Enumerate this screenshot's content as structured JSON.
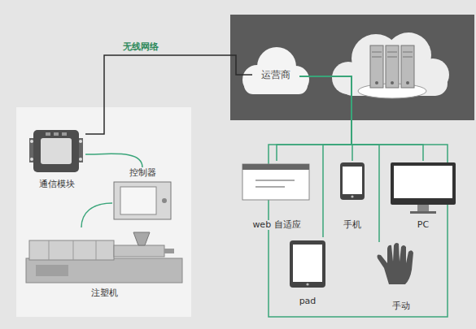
{
  "diagram": {
    "nodes": [
      {
        "text": [
          "通信模块"
        ]
      },
      {
        "text": [
          "控制器"
        ]
      },
      {
        "text": [
          "注塑机"
        ]
      },
      {
        "text": [
          "运营商"
        ]
      },
      {
        "text": [
          "web 自适应"
        ]
      },
      {
        "text": [
          "手机"
        ]
      },
      {
        "text": [
          "PC"
        ]
      },
      {
        "text": [
          "pad"
        ]
      },
      {
        "text": [
          "手动"
        ]
      }
    ],
    "edges": [
      {
        "from": 0,
        "to": 1,
        "arrow": "none"
      },
      {
        "from": 1,
        "to": 2,
        "arrow": "none"
      },
      {
        "from": 0,
        "to": 3,
        "label": "无线网络",
        "arrow": "none"
      },
      {
        "from": 3,
        "to": 4,
        "arrow": "none"
      },
      {
        "from": 3,
        "to": 5,
        "arrow": "none"
      },
      {
        "from": 3,
        "to": 6,
        "arrow": "none"
      },
      {
        "from": 3,
        "to": 7,
        "arrow": "none"
      },
      {
        "from": 3,
        "to": 8,
        "arrow": "none"
      }
    ]
  }
}
